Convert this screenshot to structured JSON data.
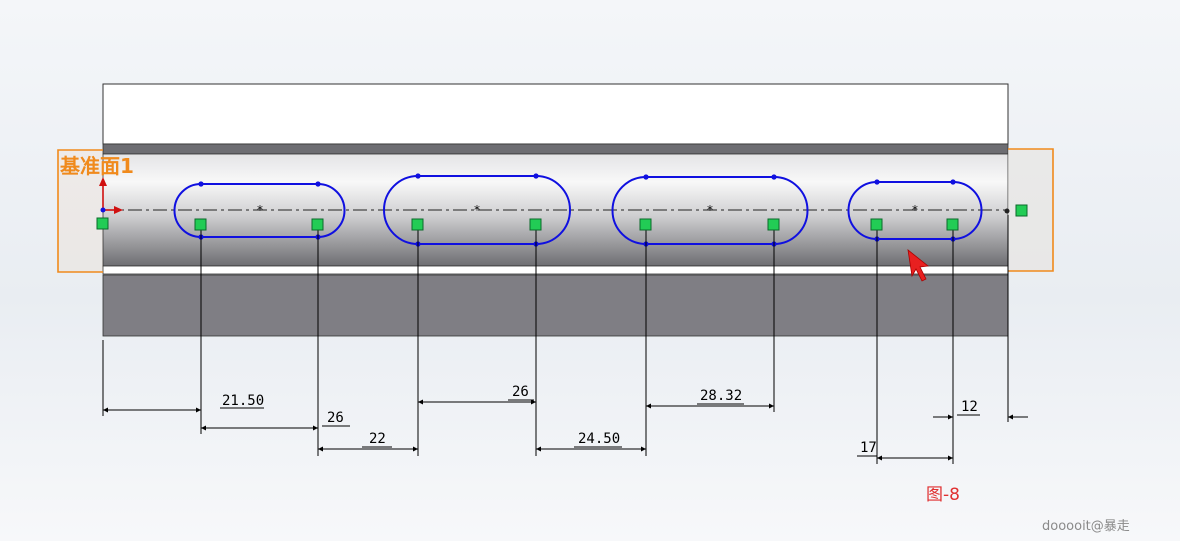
{
  "plane_label": "基准面1",
  "dimensions": {
    "d1": "21.50",
    "d2": "26",
    "d3": "22",
    "d4": "26",
    "d5": "24.50",
    "d6": "28.32",
    "d7": "17",
    "d8": "12"
  },
  "figure_caption": "图-8",
  "watermark": "dooooit@暴走",
  "colors": {
    "sketch_blue": "#1010e0",
    "plane_orange": "#f08a1c",
    "caption_red": "#e03030",
    "constraint_green": "#22cc55",
    "cursor_red": "#e82020"
  }
}
